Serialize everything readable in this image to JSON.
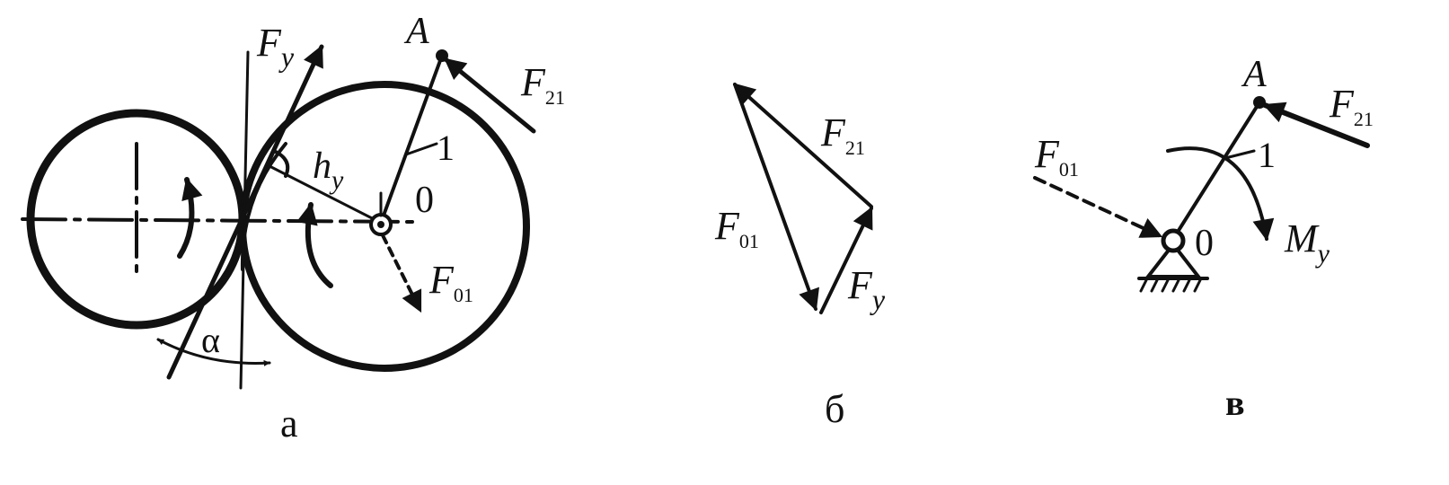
{
  "colors": {
    "ink": "#111111",
    "background": "#ffffff"
  },
  "panel_a": {
    "caption": "а",
    "force_y": {
      "main": "F",
      "sub": "y"
    },
    "force_21": {
      "main": "F",
      "sub": "21"
    },
    "force_01": {
      "main": "F",
      "sub": "01"
    },
    "arm": {
      "main": "h",
      "sub": "y"
    },
    "point_A": "A",
    "link_number": "1",
    "pivot_label": "0",
    "pressure_angle": "α"
  },
  "panel_b": {
    "caption": "б",
    "force_21": {
      "main": "F",
      "sub": "21"
    },
    "force_01": {
      "main": "F",
      "sub": "01"
    },
    "force_y": {
      "main": "F",
      "sub": "y"
    }
  },
  "panel_c": {
    "caption": "в",
    "point_A": "A",
    "force_21": {
      "main": "F",
      "sub": "21"
    },
    "force_01": {
      "main": "F",
      "sub": "01"
    },
    "link_number": "1",
    "pivot_label": "0",
    "moment": {
      "main": "M",
      "sub": "y"
    }
  }
}
